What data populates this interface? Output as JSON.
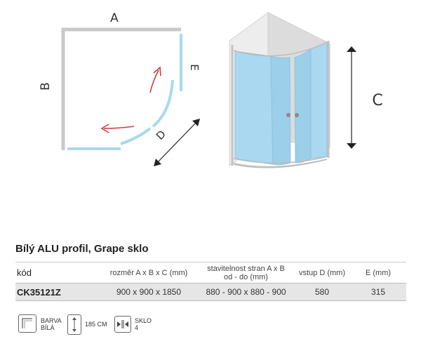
{
  "diagram": {
    "label_a": "A",
    "label_b": "B",
    "label_c": "C",
    "label_d": "D",
    "label_e": "E",
    "glass_color": "#a9d8f0",
    "arrow_color": "#d43c3c"
  },
  "product": {
    "title": "Bílý ALU profil, Grape sklo"
  },
  "table": {
    "headers": {
      "code": "kód",
      "size": "rozměr A x B x C (mm)",
      "adjust_line1": "stavitelnost stran A x B",
      "adjust_line2": "od - do (mm)",
      "entry": "vstup D (mm)",
      "e": "E (mm)"
    },
    "row": {
      "code": "CK35121Z",
      "size": "900 x 900 x 1850",
      "adjust": "880 - 900 x 880 - 900",
      "entry": "580",
      "e": "315"
    }
  },
  "features": {
    "color_line1": "BARVA",
    "color_line2": "BÍLÁ",
    "height": "185 CM",
    "glass_line1": "SKLO",
    "glass_line2": "4"
  }
}
